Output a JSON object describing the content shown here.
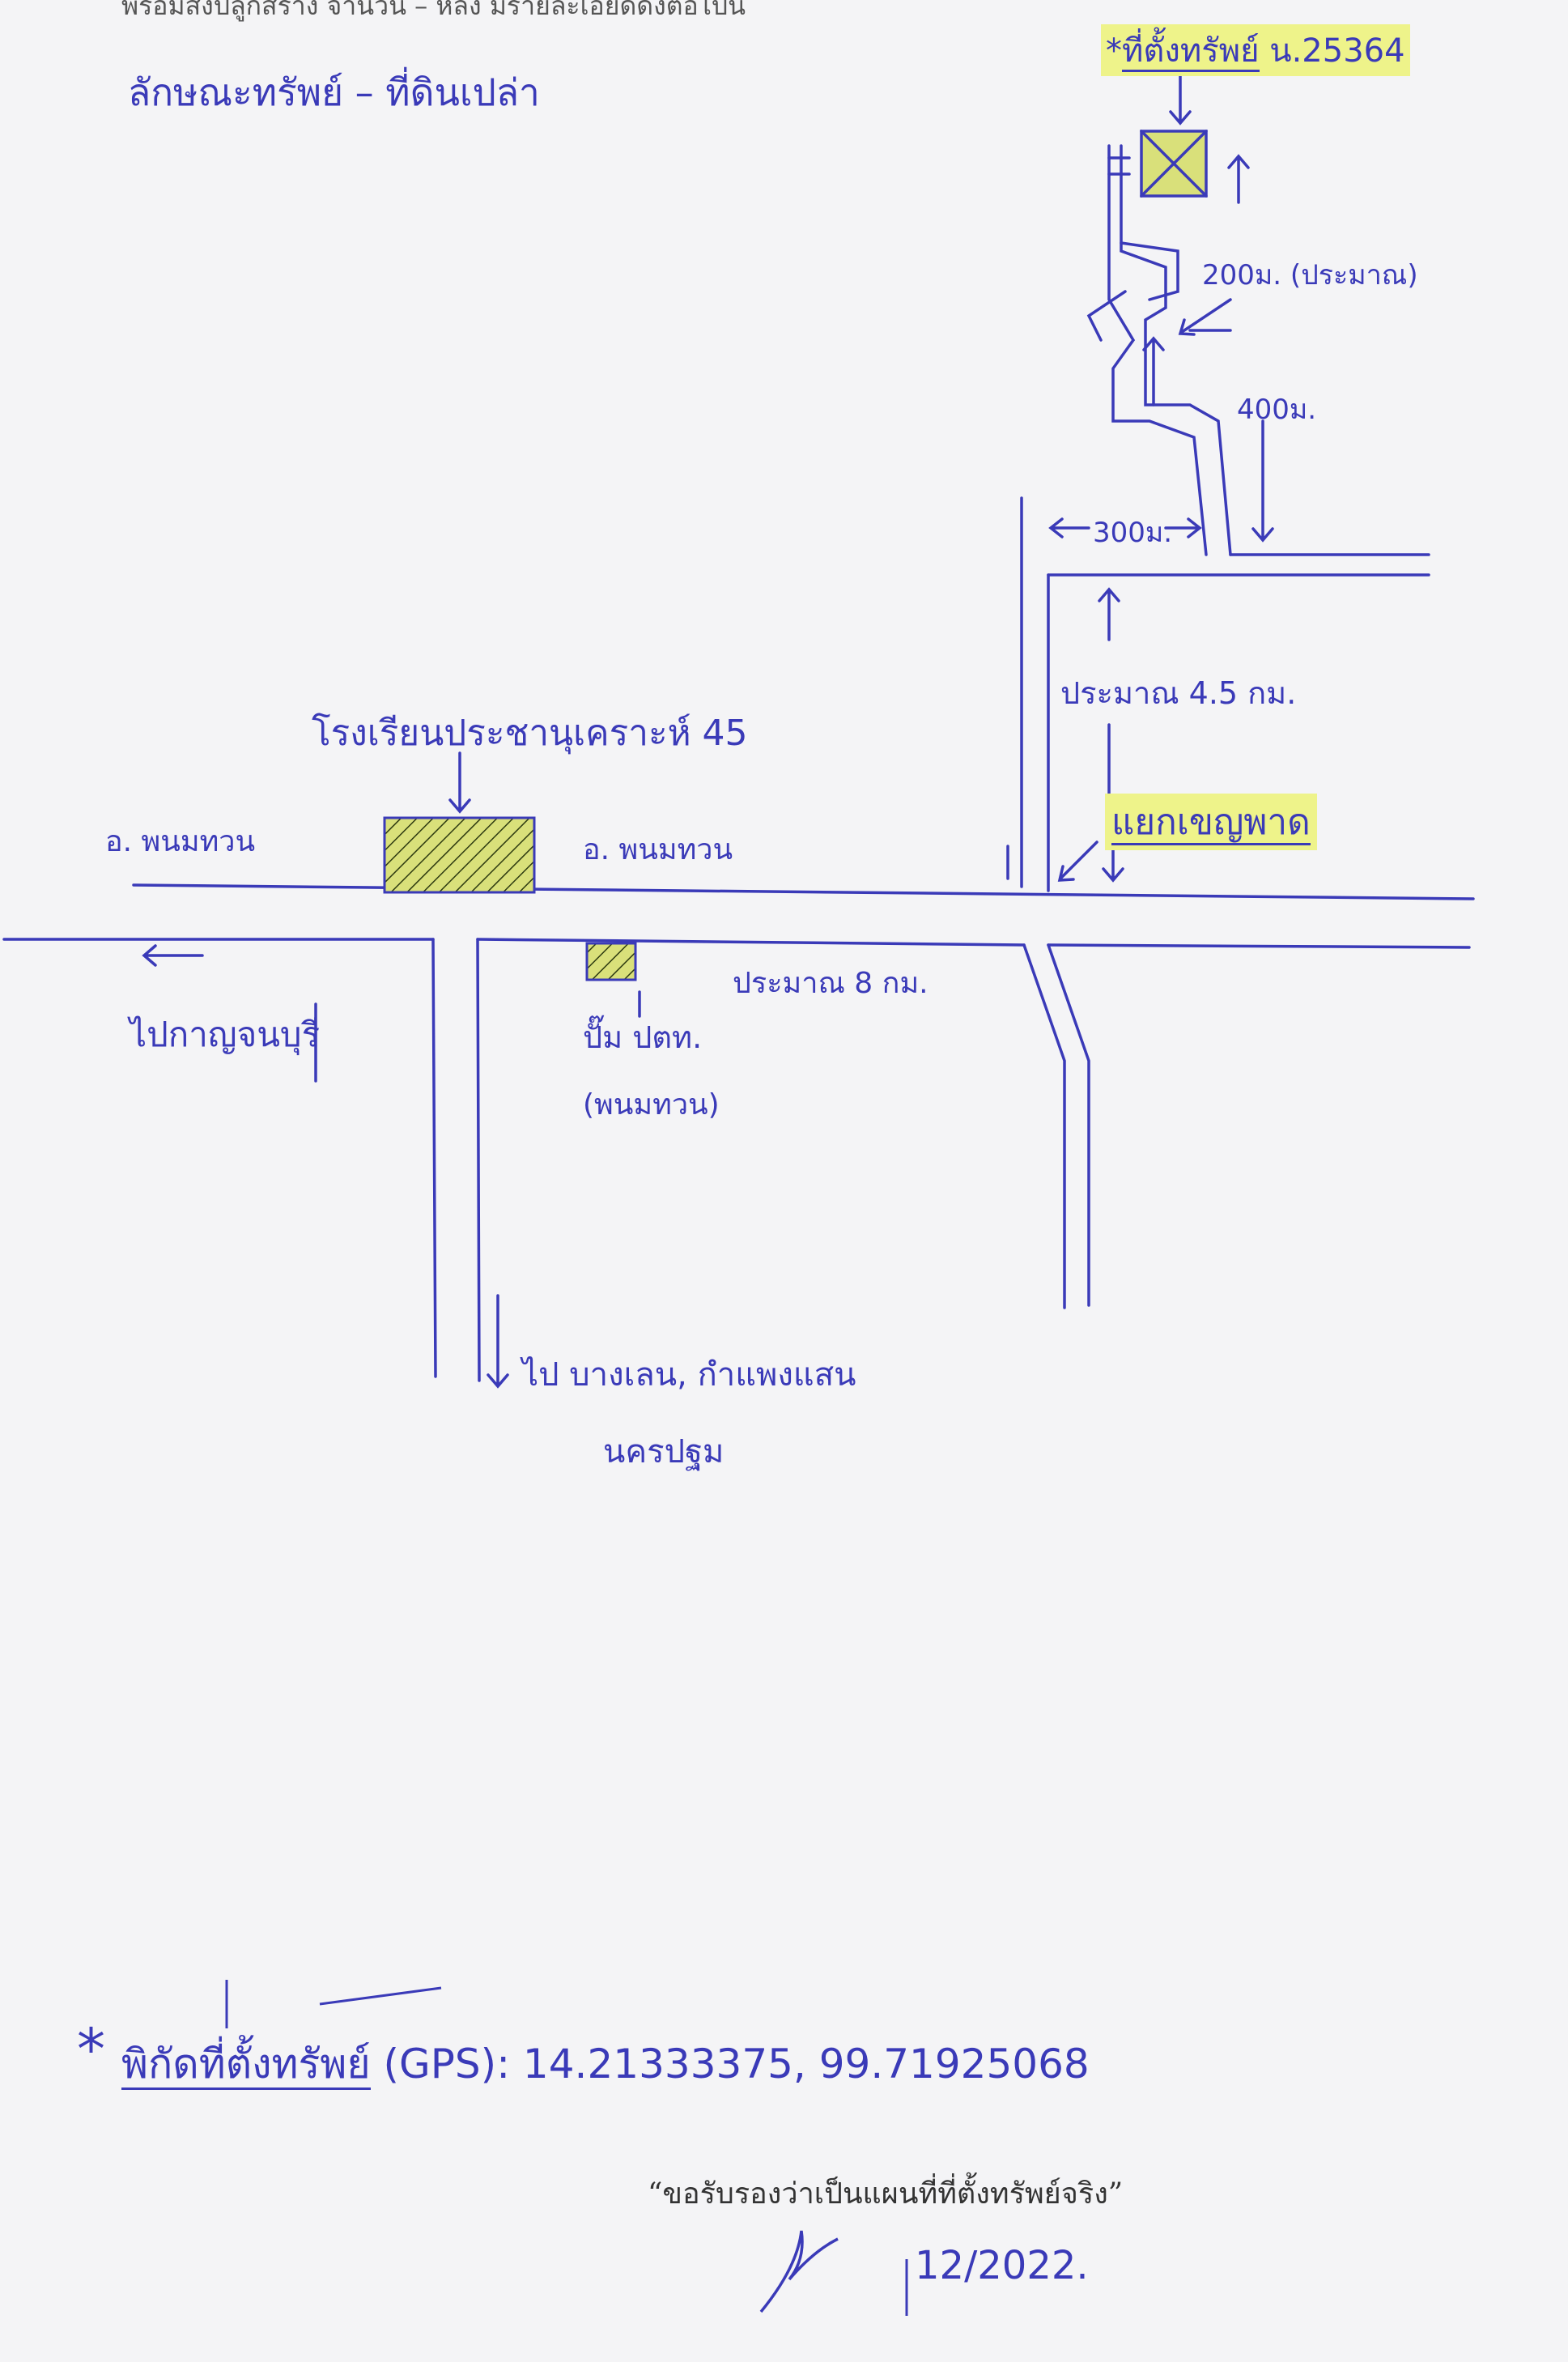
{
  "header": {
    "typed_line": "พร้อมสิ่งปลูกสร้าง จำนวน – หลัง มีรายละเอียดดังต่อไปนี้",
    "property_type": "ลักษณะทรัพย์ – ที่ดินเปล่า",
    "property_location_label": "ที่ตั้งทรัพย์",
    "deed_number": "น.25364"
  },
  "map": {
    "distance_200m": "200ม. (ประมาณ)",
    "distance_400m": "400ม.",
    "distance_300m": "300ม.",
    "distance_4_5km": "ประมาณ 4.5 กม.",
    "junction": "แยกเขญพาด",
    "school": "โรงเรียนประชานุเคราะห์ 45",
    "district_left": "อ. พนมทวน",
    "district_right": "อ. พนมทวน",
    "distance_8km": "ประมาณ 8 กม.",
    "to_kanchanaburi": "ไปกาญจนบุรี",
    "gas_station": "ปั๊ม ปตท.",
    "gas_station_location": "(พนมทวน)",
    "to_south": "ไป บางเลน, กำแพงแสน",
    "to_south_line2": "นครปฐม"
  },
  "footer": {
    "gps_label": "พิกัดที่ตั้งทรัพย์",
    "gps_tag": "(GPS)",
    "gps_value": ": 14.21333375, 99.71925068",
    "certification": "“ขอรับรองว่าเป็นแผนที่ที่ตั้งทรัพย์จริง”",
    "date": "12/2022."
  },
  "colors": {
    "ink": "#3a3ab8",
    "highlight": "#eef38a",
    "paper": "#f4f4f6",
    "hatch": "#3a5a1a"
  }
}
